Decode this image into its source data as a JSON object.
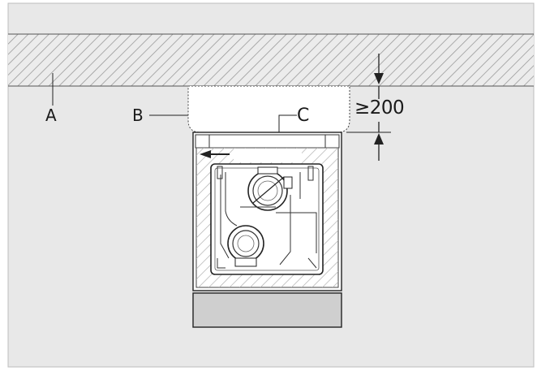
{
  "labels": {
    "a": "A",
    "b": "B",
    "c": "C"
  },
  "dimension": {
    "text": "≥200"
  },
  "colors": {
    "background": "#e8e8e8",
    "frame_border": "#bdbdbd",
    "hatch_line": "#9a9a9a",
    "outline": "#222222",
    "unit_fill": "#f7f7f7",
    "base_fill": "#cfcfcf"
  },
  "icons": {
    "direction_arrow": "arrow-left-icon",
    "dimension_arrow_top": "arrow-down-icon",
    "dimension_arrow_bottom": "arrow-up-icon"
  }
}
